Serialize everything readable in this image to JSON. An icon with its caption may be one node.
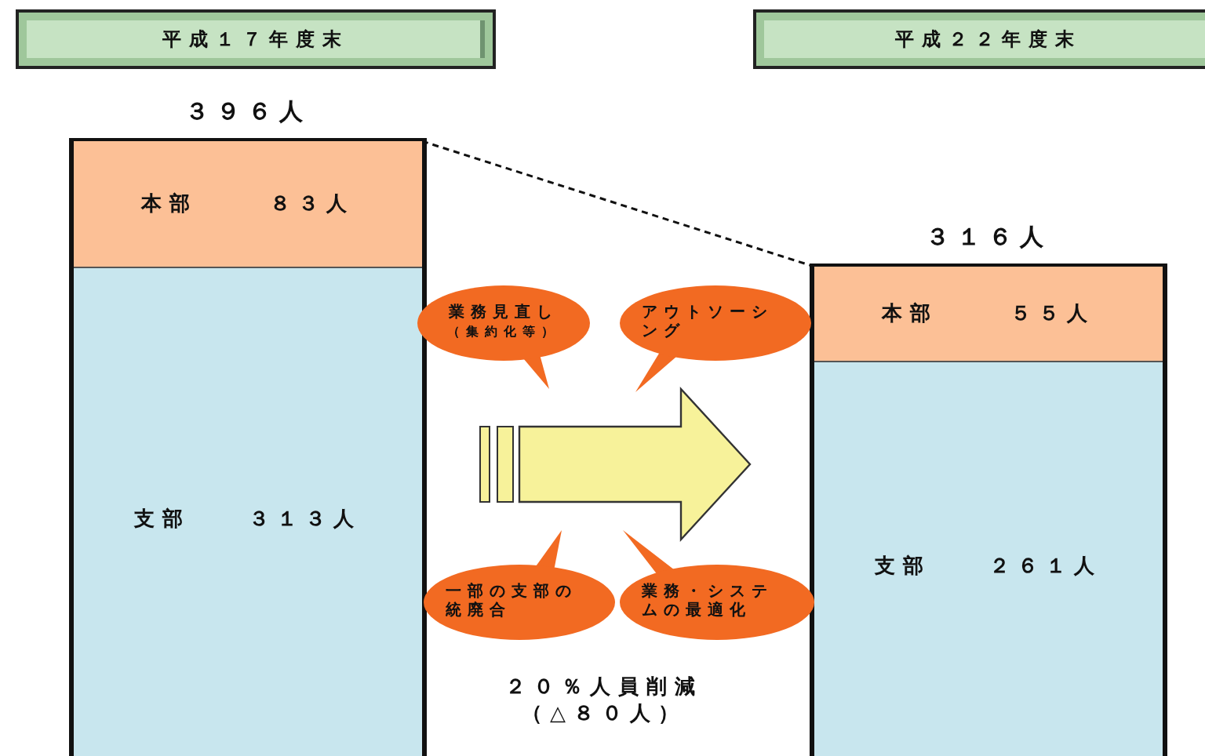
{
  "diagram": {
    "nodes": [
      {
        "text": [
          "平成１７年度末"
        ]
      },
      {
        "text": [
          "３９６人"
        ]
      },
      {
        "text": [
          "本部",
          "８３人"
        ],
        "in": 1
      },
      {
        "text": [
          "支部",
          "３１３人"
        ],
        "in": 1
      },
      {
        "text": [
          "平成２２年度末"
        ]
      },
      {
        "text": [
          "３１６人"
        ]
      },
      {
        "text": [
          "本部",
          "５５人"
        ],
        "in": 5
      },
      {
        "text": [
          "支部",
          "２６１人"
        ],
        "in": 5
      },
      {
        "text": [
          "業務見直し",
          "（集約化等）"
        ]
      },
      {
        "text": [
          "アウトソーシング"
        ]
      },
      {
        "text": [
          "一部の支部の統廃合"
        ]
      },
      {
        "text": [
          "業務・システムの最適化"
        ]
      }
    ],
    "edges": [
      {
        "from": 1,
        "to": 5,
        "arrow": "to"
      },
      {
        "from": 2,
        "to": 6,
        "arrow": "none",
        "style": "dashed"
      }
    ],
    "labels": [
      "２０％人員削減",
      "（△８０人）"
    ]
  }
}
